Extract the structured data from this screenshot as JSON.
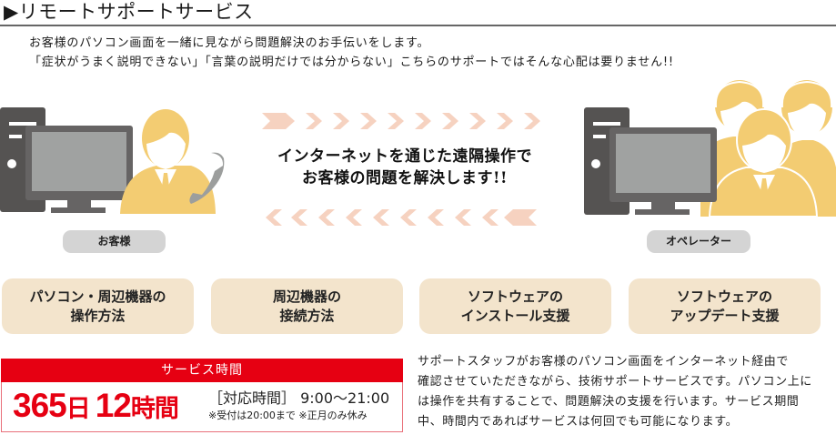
{
  "header": {
    "title": "▶リモートサポートサービス"
  },
  "intro": {
    "lines": [
      "お客様のパソコン画面を一緒に見ながら問題解決のお手伝いをします。",
      "「症状がうまく説明できない」「言葉の説明だけでは分からない」こちらのサポートではそんな心配は要りません!!"
    ]
  },
  "diagram": {
    "customer_label": "お客様",
    "operator_label": "オペレーター",
    "tagline_lines": [
      "インターネットを通じた遠隔操作で",
      "お客様の問題を解決します!!"
    ],
    "arrow_color": "#f6d2c0",
    "figure_color": "#f3cc72",
    "pc_dark_color": "#555352",
    "pc_screen_color": "#a0a2a1"
  },
  "services": [
    {
      "line1": "パソコン・周辺機器の",
      "line2": "操作方法"
    },
    {
      "line1": "周辺機器の",
      "line2": "接続方法"
    },
    {
      "line1": "ソフトウェアの",
      "line2": "インストール支援"
    },
    {
      "line1": "ソフトウェアの",
      "line2": "アップデート支援"
    }
  ],
  "hours": {
    "heading": "サービス時間",
    "days_num": "365",
    "days_unit": "日",
    "hours_num": "12",
    "hours_unit": "時間",
    "detail": "［対応時間］ 9:00～21:00",
    "note": "※受付は20:00まで ※正月のみ休み",
    "accent_color": "#e60012"
  },
  "description": {
    "lines": [
      "サポートスタッフがお客様のパソコン画面をインターネット経由で",
      "確認させていただきながら、技術サポートサービスです。パソコン上に",
      "は操作を共有することで、問題解決の支援を行います。サービス期間",
      "中、時間内であればサービスは何回でも可能になります。"
    ]
  }
}
